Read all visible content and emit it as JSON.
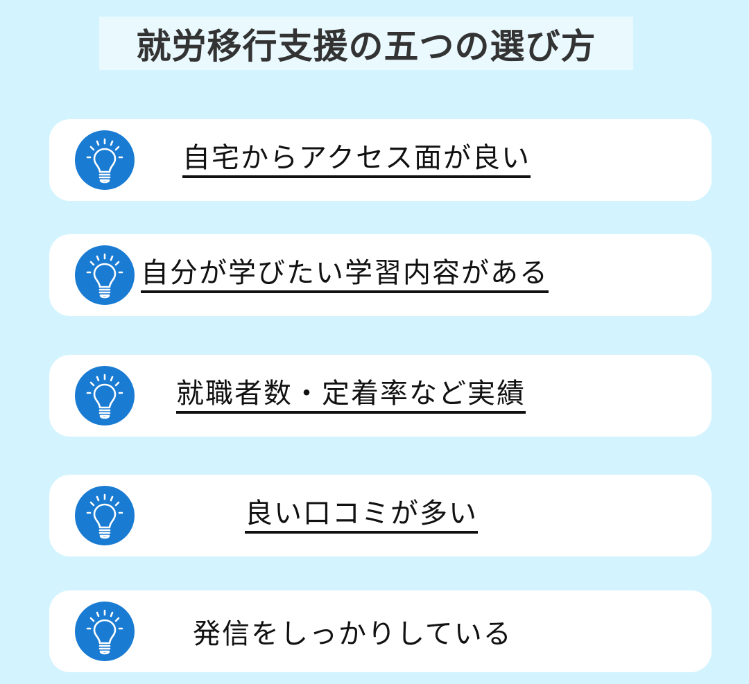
{
  "title": "就労移行支援の五つの選び方",
  "colors": {
    "background": "#d3f4fe",
    "title_box": "#e9f9fe",
    "card": "#ffffff",
    "icon_circle": "#1a7bd3",
    "text": "#111111"
  },
  "items": [
    {
      "label": "自宅からアクセス面が良い",
      "icon": "lightbulb-icon",
      "underlined": true
    },
    {
      "label": "自分が学びたい学習内容がある",
      "icon": "lightbulb-icon",
      "underlined": true
    },
    {
      "label": "就職者数・定着率など実績",
      "icon": "lightbulb-icon",
      "underlined": true
    },
    {
      "label": "良い口コミが多い",
      "icon": "lightbulb-icon",
      "underlined": true
    },
    {
      "label": "発信をしっかりしている",
      "icon": "lightbulb-icon",
      "underlined": false
    }
  ]
}
